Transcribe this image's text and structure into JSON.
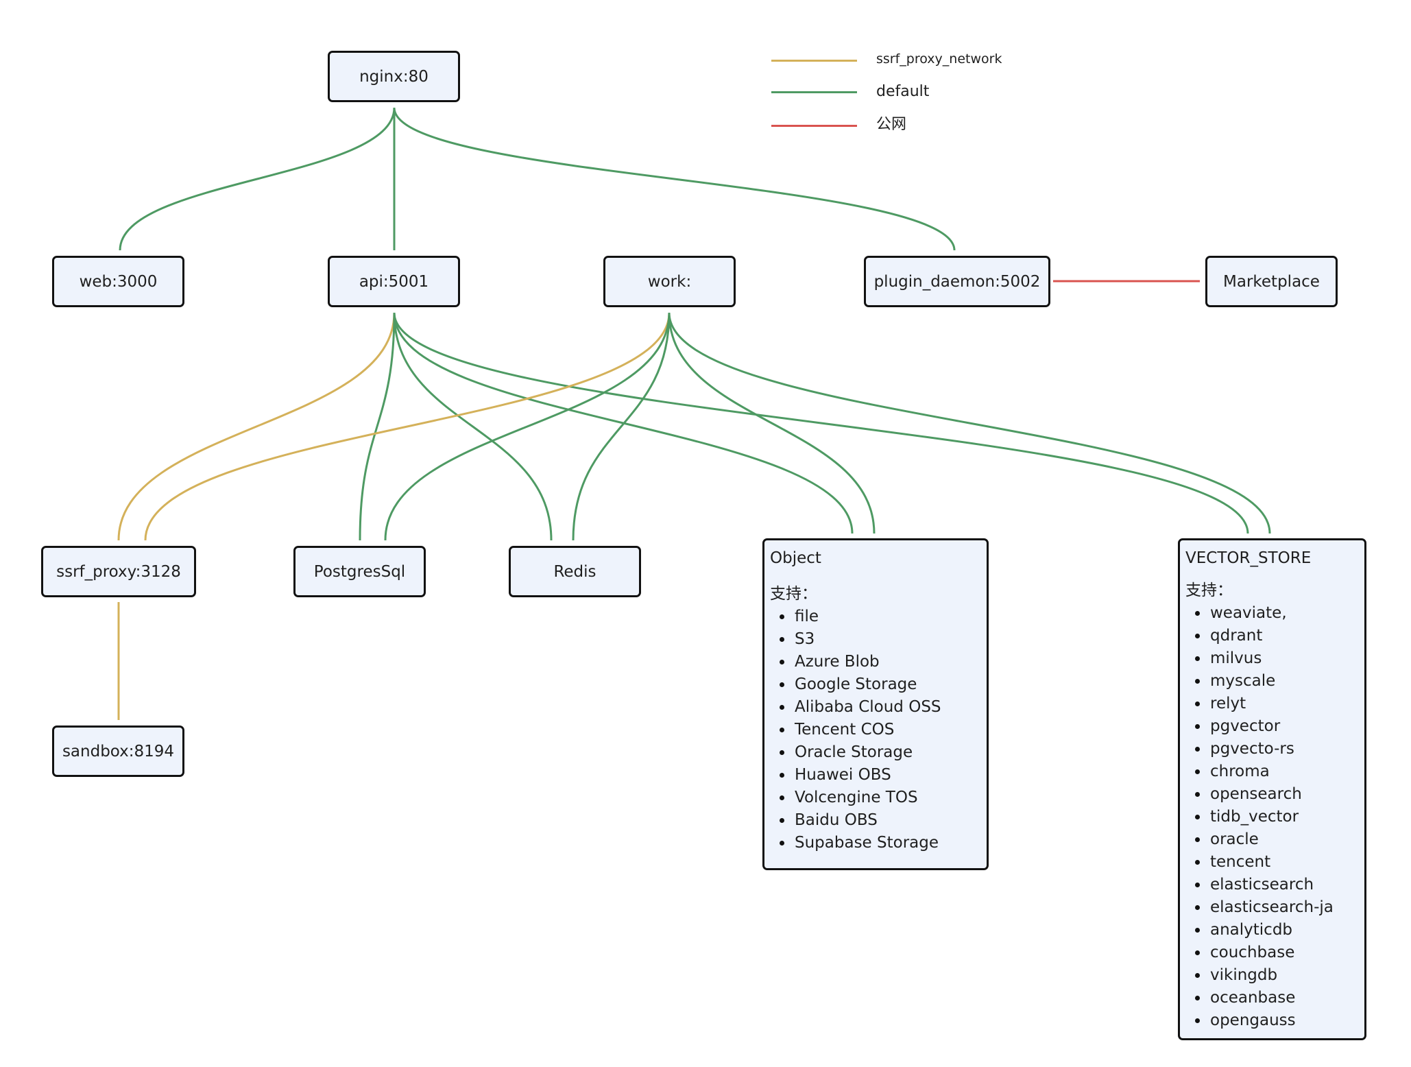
{
  "colors": {
    "ssrf_proxy_network": "#d4b15a",
    "default": "#4e9a63",
    "public": "#d9534f"
  },
  "legend": [
    {
      "label": "ssrf_proxy_network",
      "network": "ssrf_proxy_network"
    },
    {
      "label": "default",
      "network": "default"
    },
    {
      "label": "公网",
      "network": "public"
    }
  ],
  "nodes": {
    "nginx": {
      "label": "nginx:80"
    },
    "web": {
      "label": "web:3000"
    },
    "api": {
      "label": "api:5001"
    },
    "work": {
      "label": "work:"
    },
    "plugin_daemon": {
      "label": "plugin_daemon:5002"
    },
    "marketplace": {
      "label": "Marketplace"
    },
    "ssrf_proxy": {
      "label": "ssrf_proxy:3128"
    },
    "postgres": {
      "label": "PostgresSql"
    },
    "redis": {
      "label": "Redis"
    },
    "sandbox": {
      "label": "sandbox:8194"
    },
    "object": {
      "title": "Object",
      "subtitle": "支持：",
      "items": [
        "file",
        "S3",
        "Azure Blob",
        "Google Storage",
        "Alibaba Cloud OSS",
        "Tencent COS",
        "Oracle Storage",
        "Huawei OBS",
        "Volcengine TOS",
        "Baidu OBS",
        "Supabase Storage"
      ]
    },
    "vector_store": {
      "title": "VECTOR_STORE",
      "subtitle": "支持：",
      "items": [
        "weaviate,",
        "qdrant",
        "milvus",
        "myscale",
        "relyt",
        "pgvector",
        "pgvecto-rs",
        "chroma",
        "opensearch",
        "tidb_vector",
        "oracle",
        "tencent",
        "elasticsearch",
        "elasticsearch-ja",
        "analyticdb",
        "couchbase",
        "vikingdb",
        "oceanbase",
        "opengauss"
      ]
    }
  },
  "edges": [
    {
      "from": "nginx",
      "to": "web",
      "network": "default"
    },
    {
      "from": "nginx",
      "to": "api",
      "network": "default"
    },
    {
      "from": "nginx",
      "to": "plugin_daemon",
      "network": "default"
    },
    {
      "from": "plugin_daemon",
      "to": "marketplace",
      "network": "public"
    },
    {
      "from": "api",
      "to": "ssrf_proxy",
      "network": "ssrf_proxy_network"
    },
    {
      "from": "api",
      "to": "postgres",
      "network": "default"
    },
    {
      "from": "api",
      "to": "redis",
      "network": "default"
    },
    {
      "from": "api",
      "to": "object",
      "network": "default"
    },
    {
      "from": "api",
      "to": "vector_store",
      "network": "default"
    },
    {
      "from": "work",
      "to": "ssrf_proxy",
      "network": "ssrf_proxy_network"
    },
    {
      "from": "work",
      "to": "postgres",
      "network": "default"
    },
    {
      "from": "work",
      "to": "redis",
      "network": "default"
    },
    {
      "from": "work",
      "to": "object",
      "network": "default"
    },
    {
      "from": "work",
      "to": "vector_store",
      "network": "default"
    },
    {
      "from": "ssrf_proxy",
      "to": "sandbox",
      "network": "ssrf_proxy_network"
    }
  ]
}
